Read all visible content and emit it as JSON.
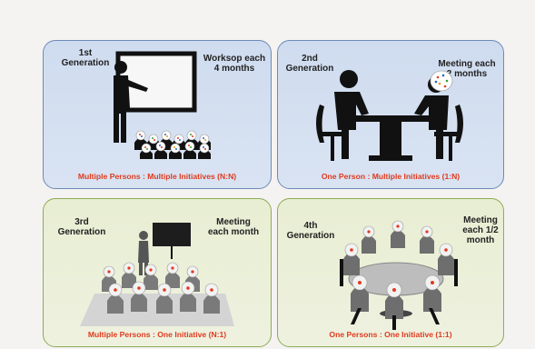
{
  "panels": [
    {
      "generation": "1st\nGeneration",
      "frequency": "Worksop each\n4 months",
      "caption": "Multiple Persons : Multiple Initiatives  (N:N)"
    },
    {
      "generation": "2nd\nGeneration",
      "frequency": "Meeting each\n2 months",
      "caption": "One Person : Multiple Initiatives  (1:N)"
    },
    {
      "generation": "3rd\nGeneration",
      "frequency": "Meeting\neach month",
      "caption": "Multiple Persons : One Initiative  (N:1)"
    },
    {
      "generation": "4th\nGeneration",
      "frequency": "Meeting\neach 1/2\nmonth",
      "caption": "One Persons : One Initiative  (1:1)"
    }
  ]
}
